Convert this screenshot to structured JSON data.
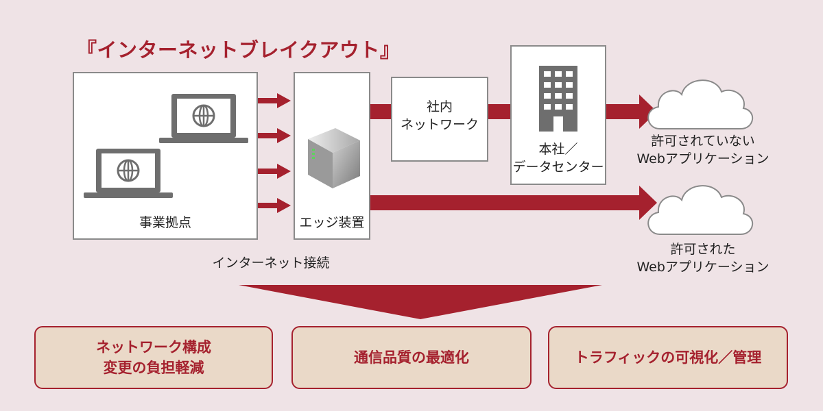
{
  "title": "『インターネットブレイクアウト』",
  "site": {
    "label": "事業拠点"
  },
  "edge": {
    "label": "エッジ装置"
  },
  "internet_label": "インターネット接続",
  "internal_network": {
    "label_line1": "社内",
    "label_line2": "ネットワーク"
  },
  "hq": {
    "label_line1": "本社／",
    "label_line2": "データセンター"
  },
  "cloud_unauthorized": {
    "label_line1": "許可されていない",
    "label_line2": "Webアプリケーション"
  },
  "cloud_authorized": {
    "label_line1": "許可された",
    "label_line2": "Webアプリケーション"
  },
  "benefits": [
    {
      "label": "ネットワーク構成\n変更の負担軽減"
    },
    {
      "label": "通信品質の最適化"
    },
    {
      "label": "トラフィックの可視化／管理"
    }
  ],
  "colors": {
    "accent": "#A5212E",
    "background": "#EFE3E6",
    "benefit_fill": "#EAD9C8"
  },
  "icons": [
    "laptop-globe-icon",
    "edge-device-icon",
    "building-icon",
    "cloud-icon",
    "arrow-icon"
  ]
}
